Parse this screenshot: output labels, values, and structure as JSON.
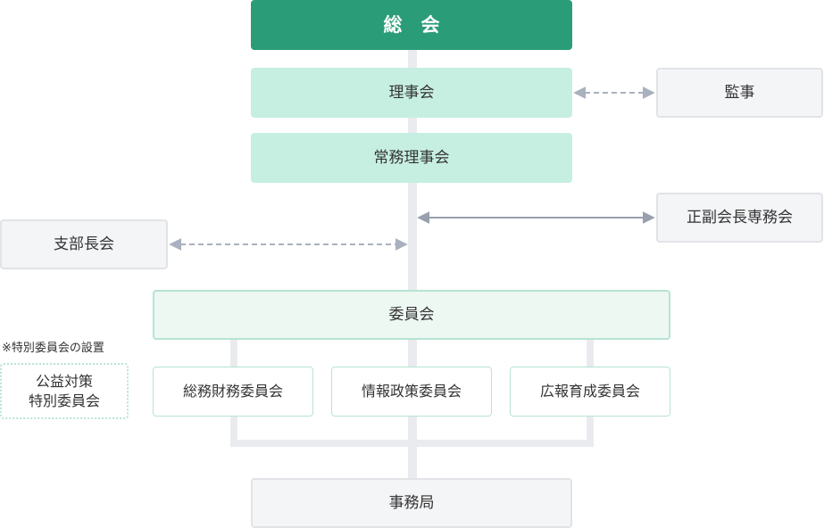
{
  "nodes": {
    "general_assembly": "総　会",
    "board": "理事会",
    "auditor": "監事",
    "standing_board": "常務理事会",
    "officers": "正副会長専務会",
    "branch_heads": "支部長会",
    "committee": "委員会",
    "special_note": "※特別委員会の設置",
    "special_committee": [
      "公益対策",
      "特別委員会"
    ],
    "sub_committees": [
      "総務財務委員会",
      "情報政策委員会",
      "広報育成委員会"
    ],
    "secretariat": "事務局"
  },
  "colors": {
    "primary": "#2a9d78",
    "light_green": "#c6efe1",
    "pale_green": "#edf8f3",
    "green_border": "#b7e4d2",
    "gray_box": "#f4f5f7",
    "gray_border": "#e1e3e7",
    "trunk_line": "#e9ebee",
    "arrow_dashed": "#a9b0be",
    "arrow_solid": "#98a0af"
  }
}
